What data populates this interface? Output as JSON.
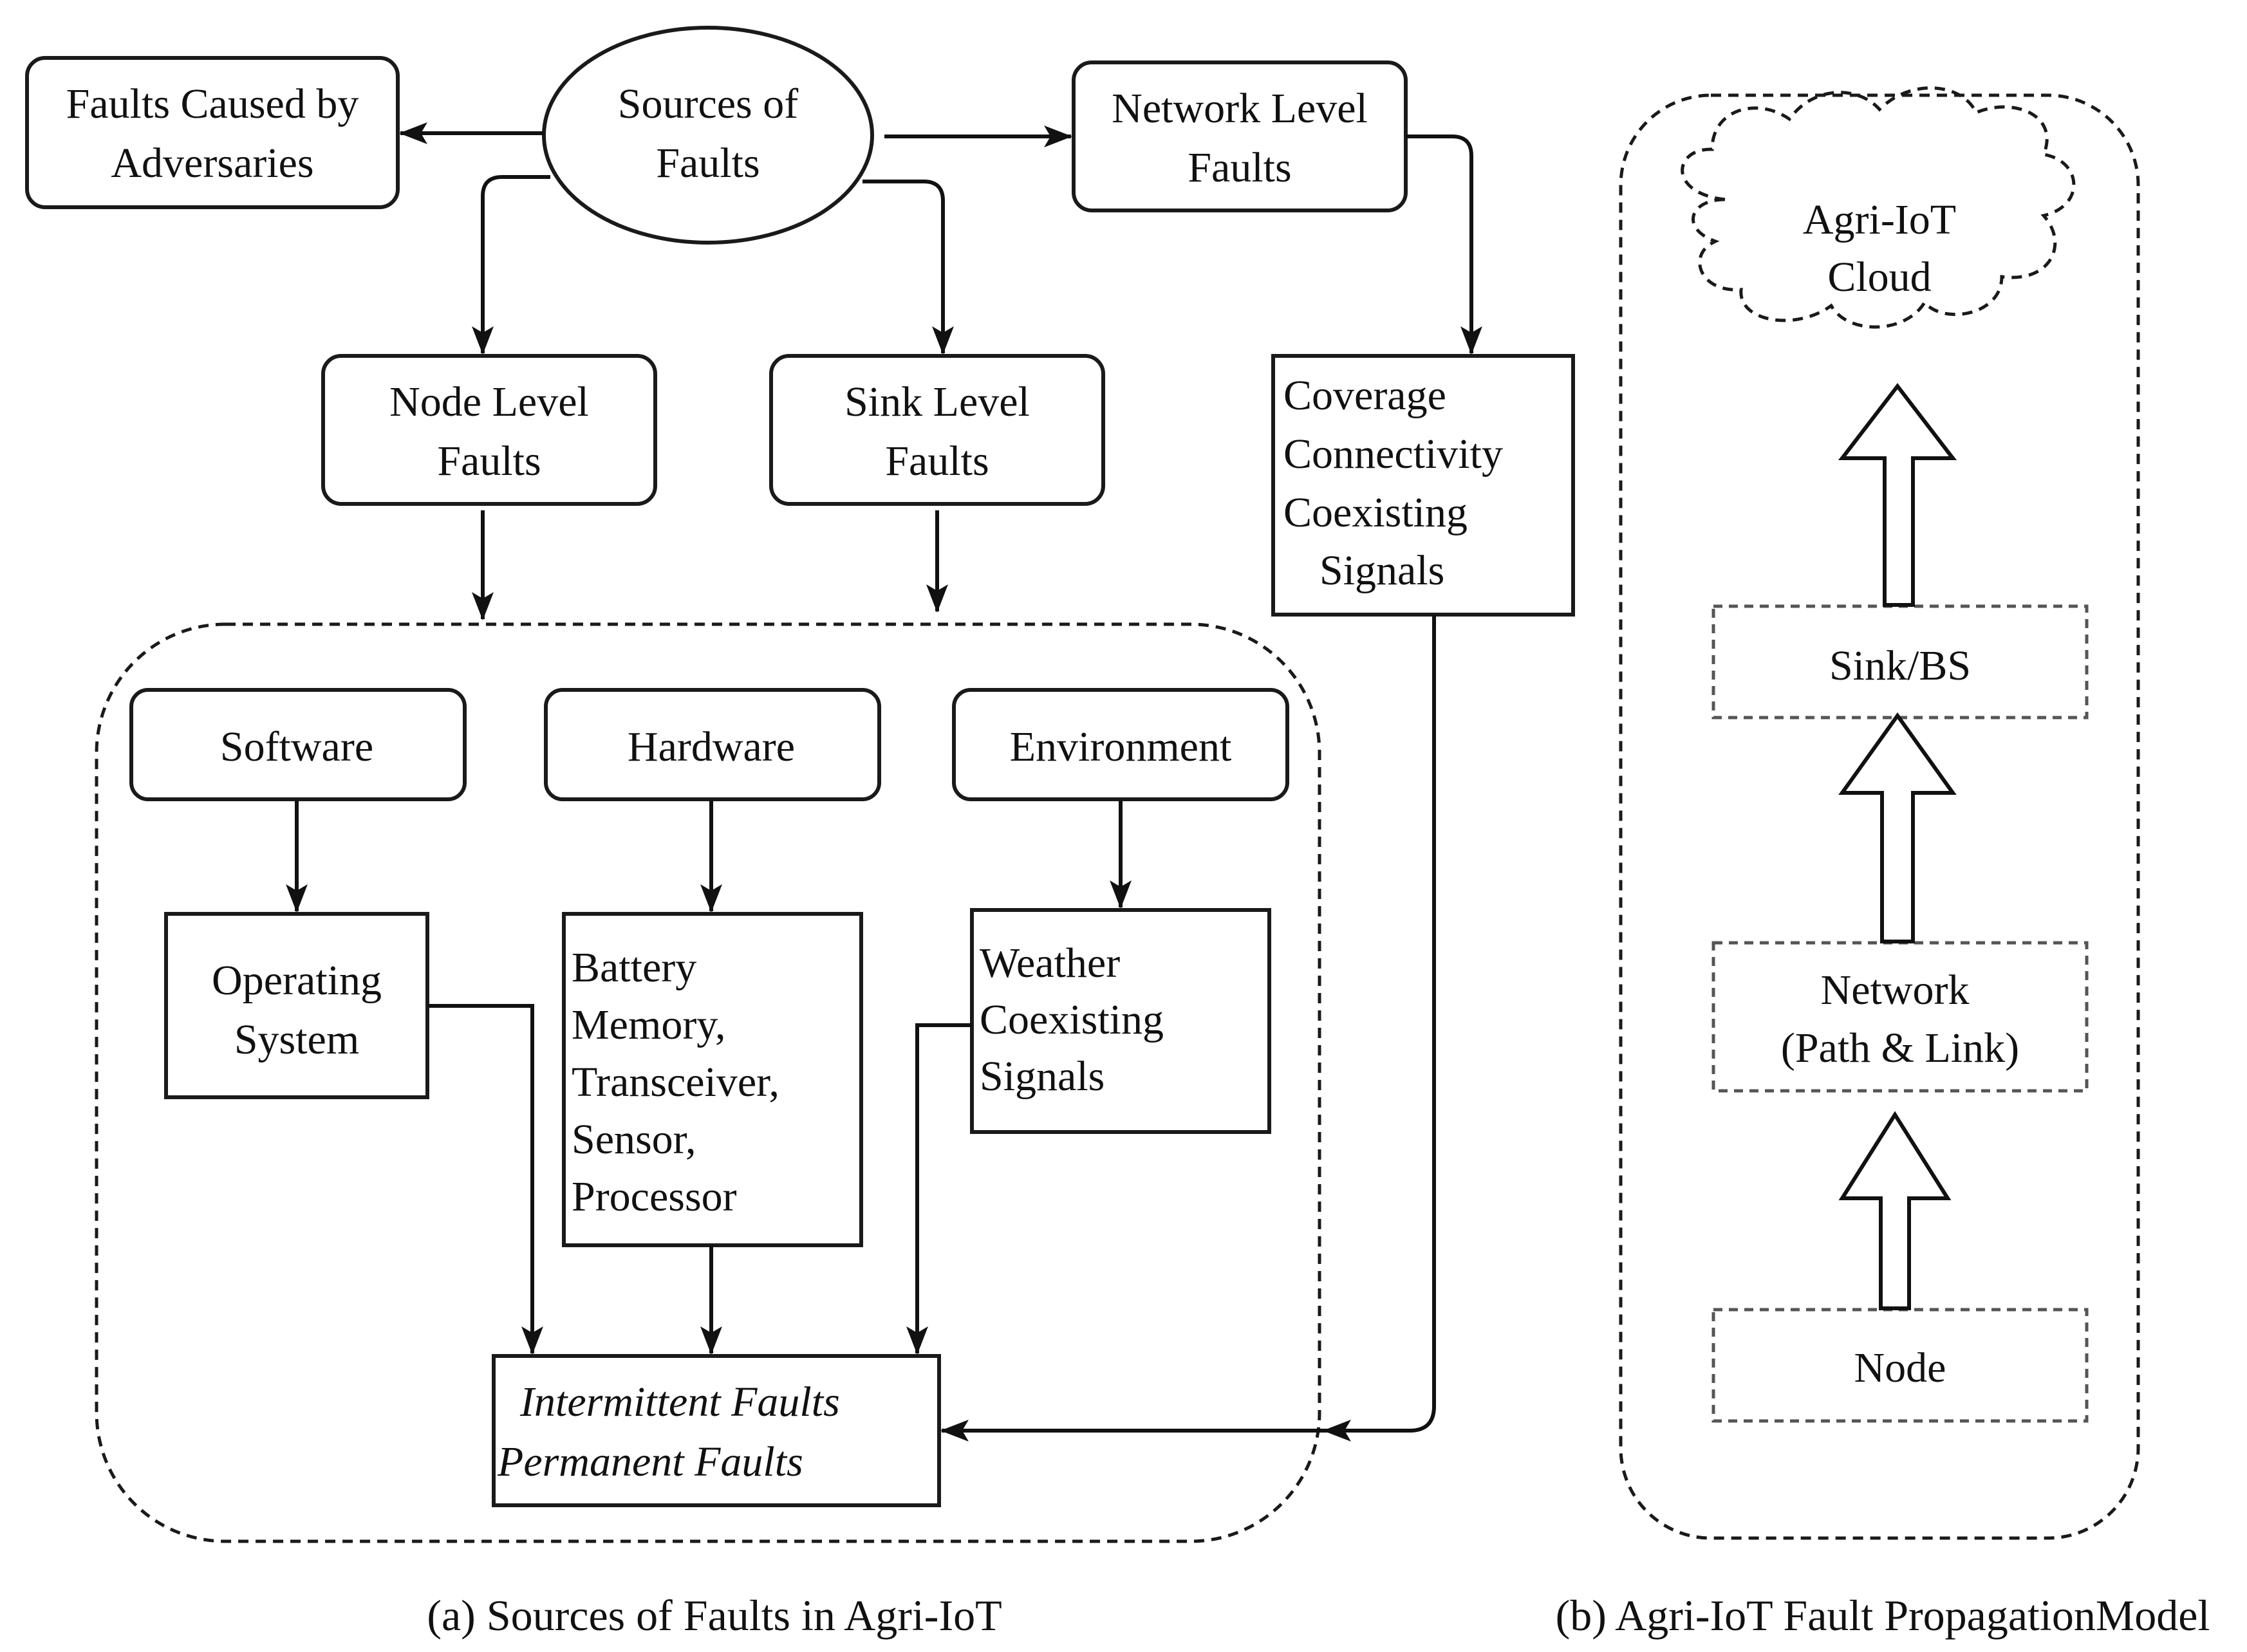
{
  "colors": {
    "stroke": "#111111",
    "background": "#ffffff"
  },
  "panel_a": {
    "sources": [
      "Sources of",
      "Faults"
    ],
    "adversaries": [
      "Faults Caused by",
      "Adversaries"
    ],
    "network_level": [
      "Network Level",
      "Faults"
    ],
    "node_level": [
      "Node Level",
      "Faults"
    ],
    "sink_level": [
      "Sink Level",
      "Faults"
    ],
    "network_issues": [
      "Coverage",
      "Connectivity",
      "Coexisting",
      "Signals"
    ],
    "software": "Software",
    "hardware": "Hardware",
    "environment": "Environment",
    "os": [
      "Operating",
      "System"
    ],
    "hw_components": [
      "Battery",
      "Memory,",
      "Transceiver,",
      "Sensor,",
      "Processor"
    ],
    "env_factors": [
      "Weather",
      "Coexisting",
      "Signals"
    ],
    "fault_types": [
      "Intermittent Faults",
      "Permanent Faults"
    ],
    "caption": "(a)  Sources of Faults in Agri-IoT"
  },
  "panel_b": {
    "cloud": [
      "Agri-IoT",
      "Cloud"
    ],
    "sink": "Sink/BS",
    "network": [
      "Network",
      "(Path & Link)"
    ],
    "node": "Node",
    "caption": "(b)   Agri-IoT Fault PropagationModel"
  }
}
